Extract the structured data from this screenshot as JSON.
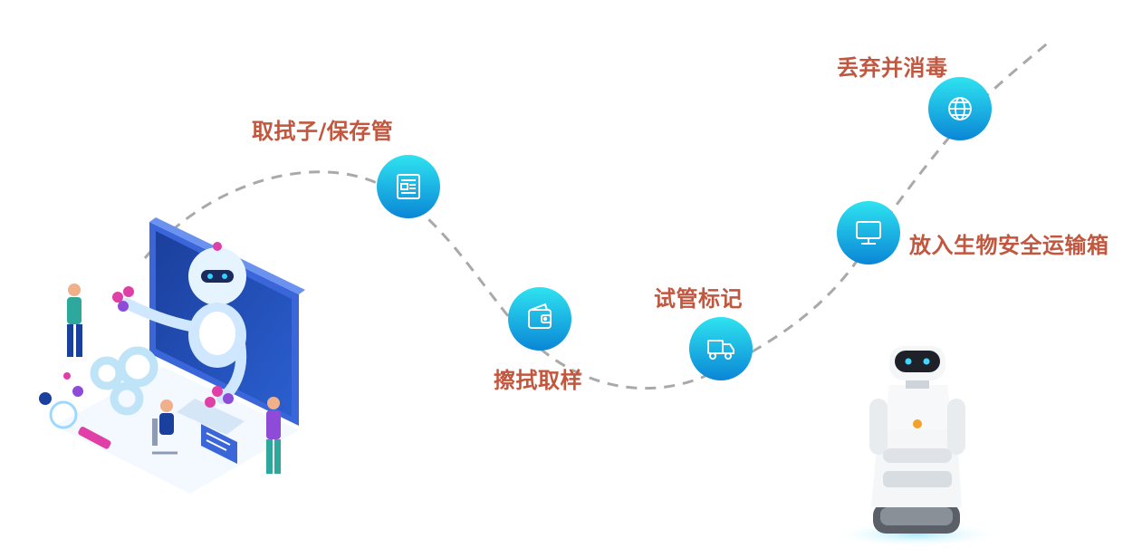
{
  "colors": {
    "label": "#c1573f",
    "node_top": "#2fe3f0",
    "node_bottom": "#0a86d6",
    "path": "#a9a9a9"
  },
  "steps": [
    {
      "label": "取拭子/保存管",
      "icon": "document-icon"
    },
    {
      "label": "擦拭取样",
      "icon": "wallet-icon"
    },
    {
      "label": "试管标记",
      "icon": "truck-icon"
    },
    {
      "label": "放入生物安全运输箱",
      "icon": "monitor-icon"
    },
    {
      "label": "丢弃并消毒",
      "icon": "globe-icon"
    }
  ]
}
